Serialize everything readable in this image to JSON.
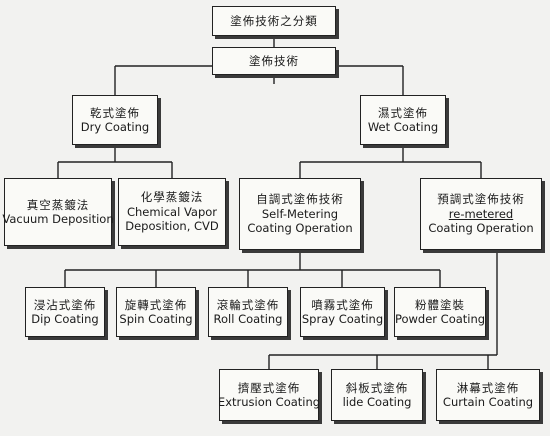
{
  "title_node": {
    "zh": "塗佈技術之分類"
  },
  "nodes": {
    "tech": {
      "zh": "塗佈技術"
    },
    "dry": {
      "zh": "乾式塗佈",
      "en": "Dry Coating"
    },
    "wet": {
      "zh": "濕式塗佈",
      "en": "Wet Coating"
    },
    "vac": {
      "zh": "真空蒸鍍法",
      "en": "Vacuum Deposition"
    },
    "cvd": {
      "zh": "化學蒸鍍法",
      "en": "Chemical Vapor",
      "en2": "Deposition, CVD"
    },
    "self": {
      "zh": "自調式塗佈技術",
      "en": "Self-Metering",
      "en2": "Coating Operation"
    },
    "pre": {
      "zh": "預調式塗佈技術",
      "en": "re-metered",
      "en2": "Coating Operation"
    },
    "dip": {
      "zh": "浸沾式塗佈",
      "en": "Dip Coating"
    },
    "spin": {
      "zh": "旋轉式塗佈",
      "en": "Spin Coating"
    },
    "roll": {
      "zh": "滾輪式塗佈",
      "en": "Roll Coating"
    },
    "spray": {
      "zh": "噴霧式塗佈",
      "en": "Spray Coating"
    },
    "powd": {
      "zh": "粉體塗裝",
      "en": "Powder Coating"
    },
    "ext": {
      "zh": "擠壓式塗佈",
      "en": "Extrusion Coating"
    },
    "slide": {
      "zh": "斜板式塗佈",
      "en": "lide Coating"
    },
    "curt": {
      "zh": "淋幕式塗佈",
      "en": "Curtain Coating"
    }
  },
  "colors": {
    "line": "#222222",
    "box_border": "#222222",
    "shadow": "#3a3a3a",
    "background": "#f2f2f0"
  }
}
